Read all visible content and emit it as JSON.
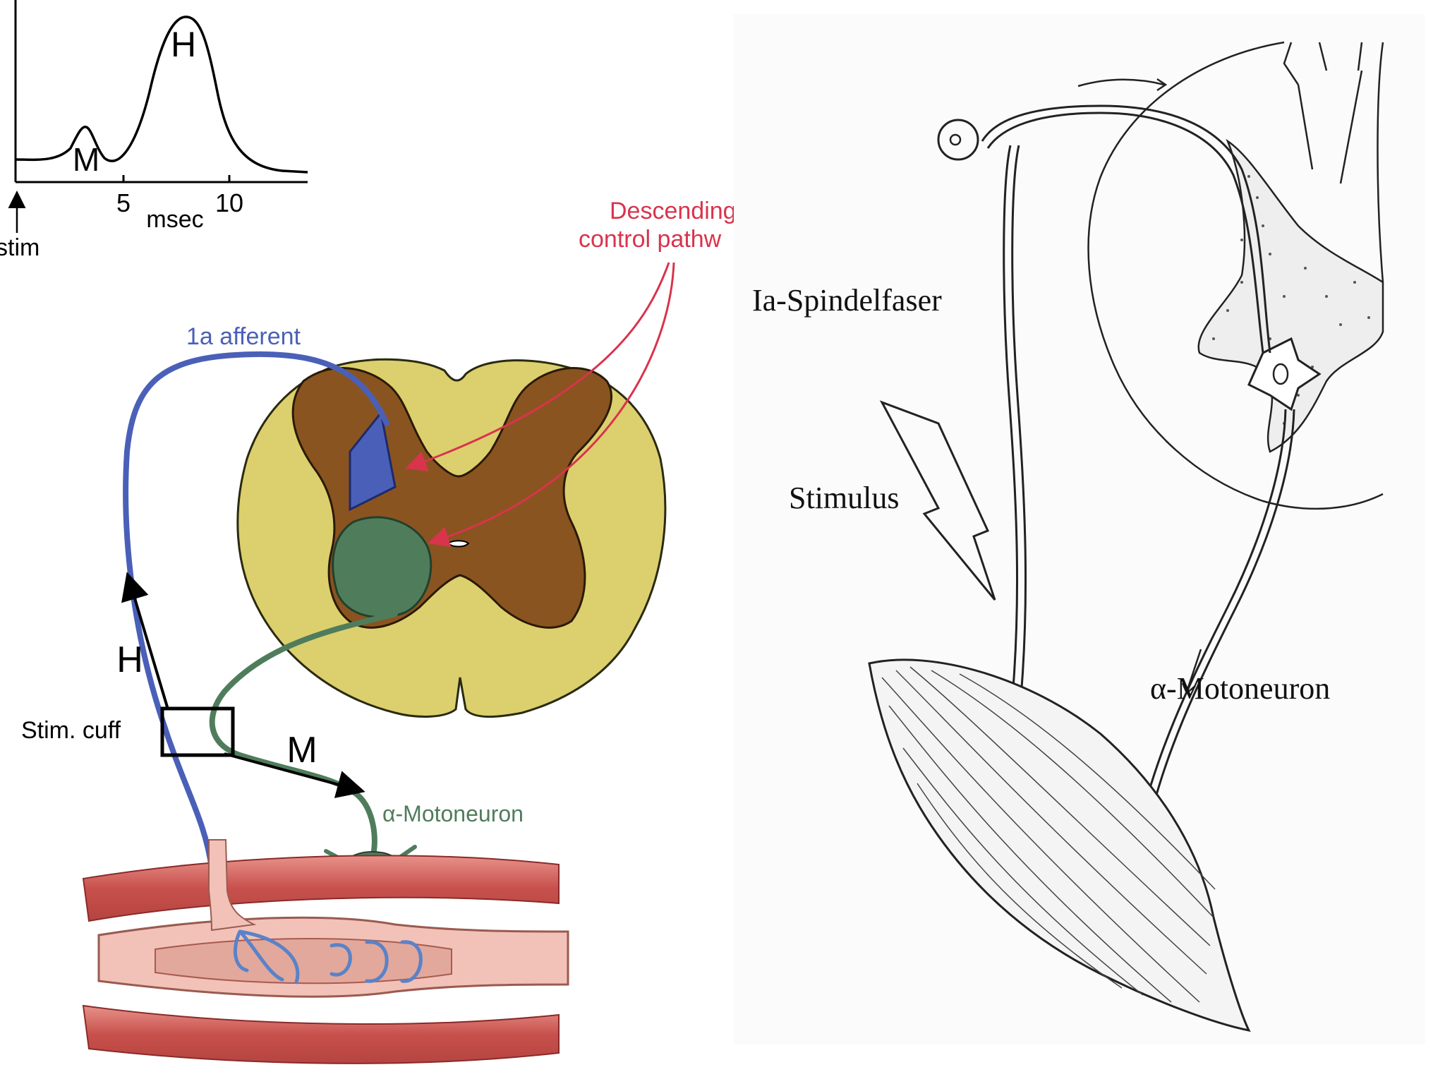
{
  "h_reflex_trace": {
    "m_wave_label": "M",
    "h_wave_label": "H",
    "tick_5": "5",
    "tick_10": "10",
    "unit_label": "msec",
    "stim_label": "stim"
  },
  "left_diagram": {
    "descending_label_line1": "Descending",
    "descending_label_line2": "control pathw",
    "afferent_label": "1a afferent",
    "h_path_label": "H",
    "m_path_label": "M",
    "stim_cuff_label": "Stim. cuff",
    "motoneuron_label": "α-Motoneuron"
  },
  "right_drawing": {
    "spindle_label": "Ia-Spindelfaser",
    "stimulus_label": "Stimulus",
    "motoneuron_label": "α-Motoneuron"
  },
  "colors": {
    "afferent_blue": "#4a60b8",
    "motoneuron_green": "#4f7d5c",
    "descending_red": "#d8344c",
    "white_matter": "#dccf6e",
    "grey_matter": "#8a5420",
    "muscle_red": "#d0605c"
  }
}
